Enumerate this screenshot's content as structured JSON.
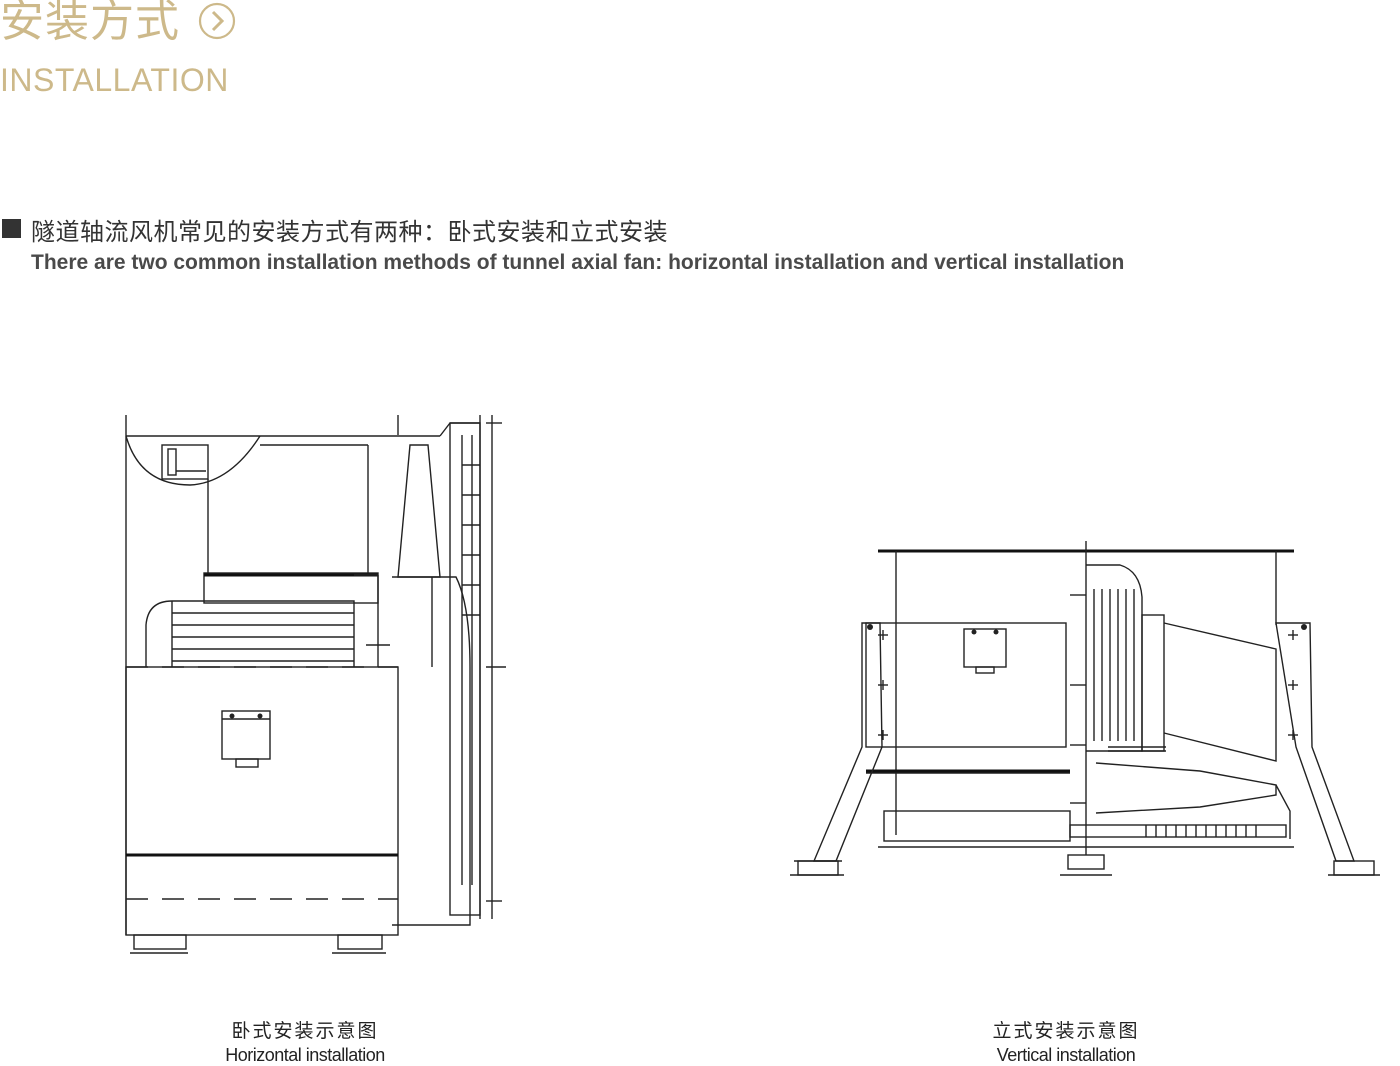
{
  "header": {
    "title_cn": "安装方式",
    "title_en": "INSTALLATION",
    "accent_color": "#cdb98a",
    "arrow_icon": "circle-chevron-right-icon"
  },
  "intro": {
    "text_cn": "隧道轴流风机常见的安装方式有两种：卧式安装和立式安装",
    "text_en": "There are two common installation methods of tunnel axial fan: horizontal installation and vertical installation"
  },
  "diagrams": [
    {
      "caption_cn": "卧式安装示意图",
      "caption_en": "Horizontal installation"
    },
    {
      "caption_cn": "立式安装示意图",
      "caption_en": "Vertical installation"
    }
  ]
}
